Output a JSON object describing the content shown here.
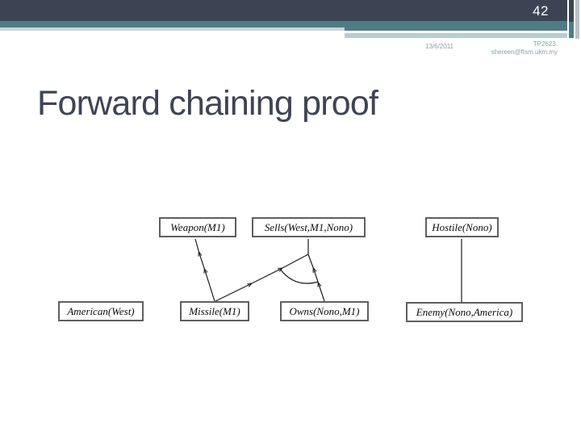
{
  "slide": {
    "page_number": "42",
    "header_meta": {
      "date": "13/6/2011",
      "course_code": "TP2623.",
      "email": "shereen@ftsm.ukm.my"
    },
    "title": "Forward chaining proof"
  },
  "colors": {
    "navy_bar": "#3e4354",
    "teal_bar": "#4d7c87",
    "pale_teal_bar": "#c5d6d8",
    "meta_text": "#87a2aa",
    "title_text": "#3f4456",
    "node_border": "#5f5f5f",
    "edge_line": "#1b1b1b"
  },
  "diagram": {
    "type": "forward-chaining-proof-tree",
    "nodes": [
      {
        "id": "weapon",
        "label": "Weapon(M1)",
        "row": "middle"
      },
      {
        "id": "sells",
        "label": "Sells(West,M1,Nono)",
        "row": "middle"
      },
      {
        "id": "hostile",
        "label": "Hostile(Nono)",
        "row": "middle"
      },
      {
        "id": "american",
        "label": "American(West)",
        "row": "bottom"
      },
      {
        "id": "missile",
        "label": "Missile(M1)",
        "row": "bottom"
      },
      {
        "id": "owns",
        "label": "Owns(Nono,M1)",
        "row": "bottom"
      },
      {
        "id": "enemy",
        "label": "Enemy(Nono,America)",
        "row": "bottom"
      }
    ],
    "edges": [
      {
        "from": "Missile(M1)",
        "to": "Weapon(M1)"
      },
      {
        "from": "Missile(M1)",
        "to": "Sells(West,M1,Nono)",
        "and_arc": true
      },
      {
        "from": "Owns(Nono,M1)",
        "to": "Sells(West,M1,Nono)",
        "and_arc": true
      },
      {
        "from": "Enemy(Nono,America)",
        "to": "Hostile(Nono)"
      }
    ]
  }
}
